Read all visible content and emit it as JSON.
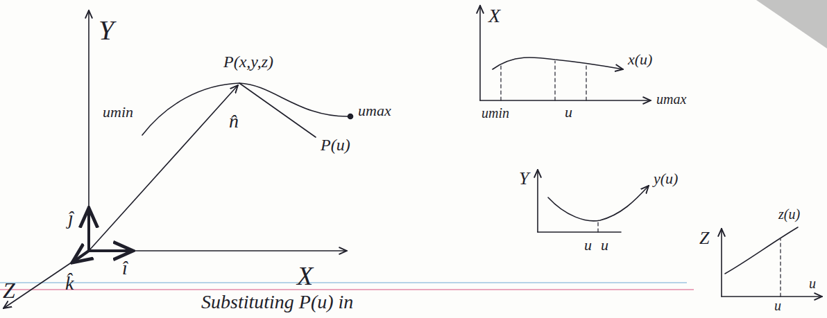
{
  "diagram": {
    "labels": [
      "Y",
      "umin",
      "P(x,y,z)",
      "umax",
      "ĵ",
      "n̂",
      "P(u)",
      "î",
      "X",
      "k̂",
      "Z",
      "X",
      "x(u)",
      "umin",
      "u",
      "umax",
      "Y",
      "y(u)",
      "u",
      "u",
      "Z",
      "z(u)",
      "u",
      "u",
      "Substituting P(u) in"
    ]
  }
}
